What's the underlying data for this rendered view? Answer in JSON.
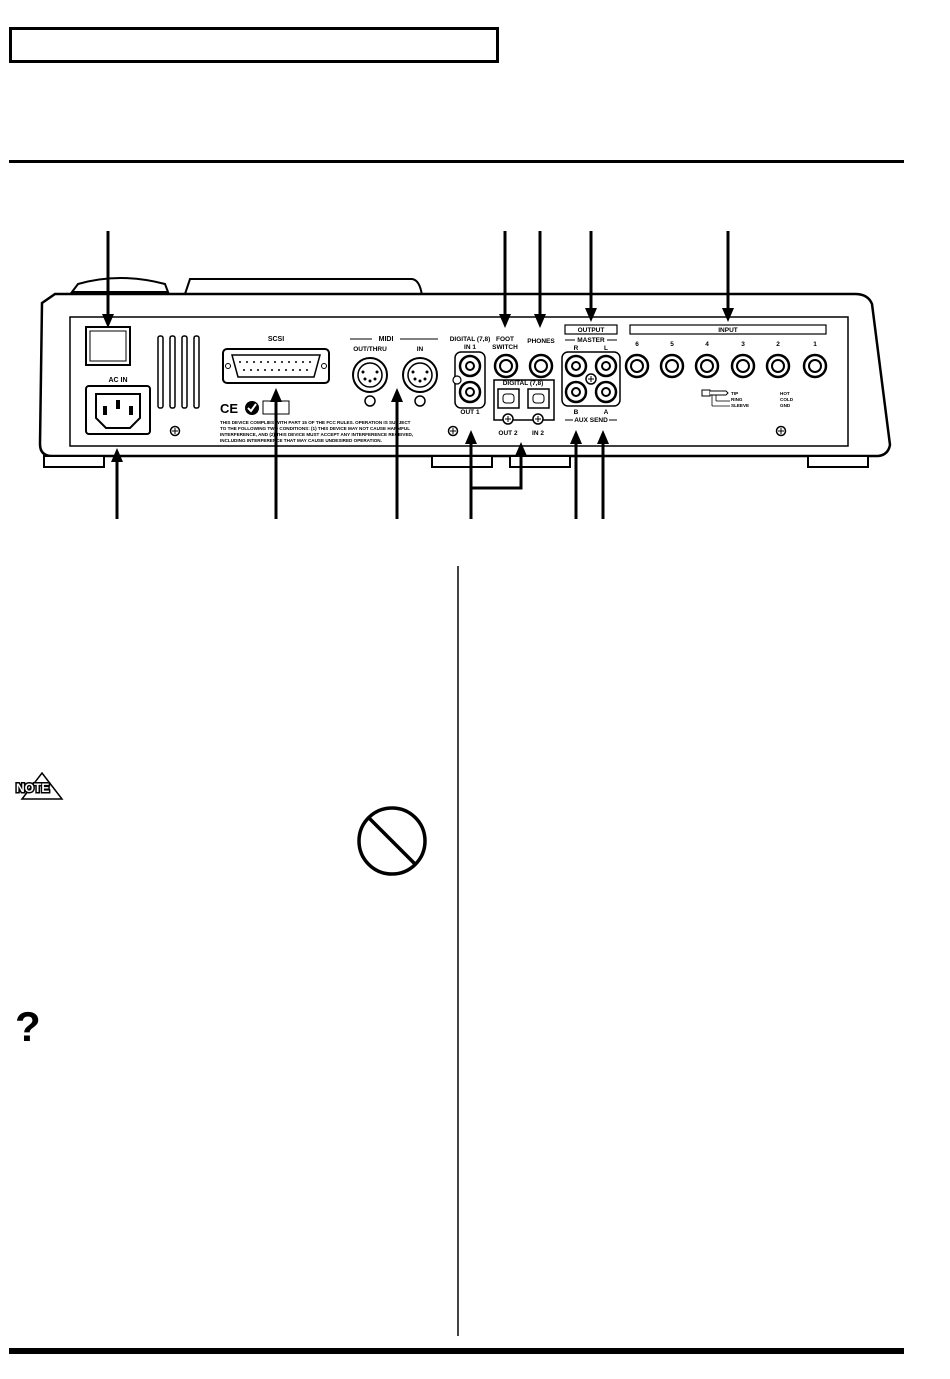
{
  "panel": {
    "labels": {
      "ac_in": "AC IN",
      "scsi": "SCSI",
      "midi": "MIDI",
      "midi_out_thru": "OUT/THRU",
      "midi_in": "IN",
      "digital_coax": "DIGITAL (7,8)",
      "digital_coax_in": "IN 1",
      "digital_coax_out": "OUT 1",
      "foot_switch_line1": "FOOT",
      "foot_switch_line2": "SWITCH",
      "phones": "PHONES",
      "digital_optical": "DIGITAL (7,8)",
      "optical_out": "OUT 2",
      "optical_in": "IN 2",
      "output": "OUTPUT",
      "master": "MASTER",
      "master_r": "R",
      "master_l": "L",
      "aux_b": "B",
      "aux_a": "A",
      "aux_send": "AUX SEND",
      "input": "INPUT",
      "plug_tip": "TIP",
      "plug_ring": "RING",
      "plug_sleeve": "SLEEVE",
      "plug_hot": "HOT",
      "plug_cold": "COLD",
      "plug_gnd": "GND"
    },
    "input_numbers": [
      "6",
      "5",
      "4",
      "3",
      "2",
      "1"
    ],
    "fcc_lines": [
      "THIS DEVICE COMPLIES WITH PART 15 OF THE FCC RULES. OPERATION IS SUBJECT",
      "TO THE FOLLOWING TWO CONDITIONS: (1) THIS DEVICE MAY NOT CAUSE HARMFUL",
      "INTERFERENCE, AND (2) THIS DEVICE MUST ACCEPT ANY INTERFERENCE RECEIVED,",
      "INCLUDING INTERFERENCE THAT MAY CAUSE UNDESIRED OPERATION."
    ]
  },
  "icons": {
    "note_label": "NOTE",
    "question_glyph": "?"
  }
}
